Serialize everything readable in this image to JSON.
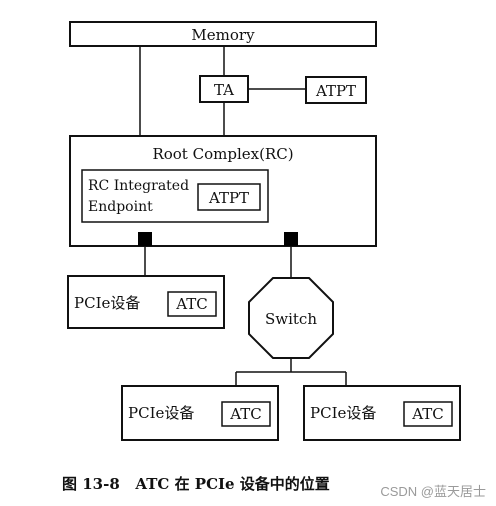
{
  "nodes": {
    "memory": "Memory",
    "ta": "TA",
    "atpt_top": "ATPT",
    "root_complex": "Root Complex(RC)",
    "rc_integrated_line1": "RC Integrated",
    "rc_integrated_line2": "Endpoint",
    "atpt_rc": "ATPT",
    "switch": "Switch",
    "pcie_left": "PCIe设备",
    "atc_left": "ATC",
    "pcie_bottom_left": "PCIe设备",
    "atc_bottom_left": "ATC",
    "pcie_bottom_right": "PCIe设备",
    "atc_bottom_right": "ATC"
  },
  "caption": "图 13-8   ATC 在 PCIe 设备中的位置",
  "watermark": "CSDN @蓝天居士"
}
